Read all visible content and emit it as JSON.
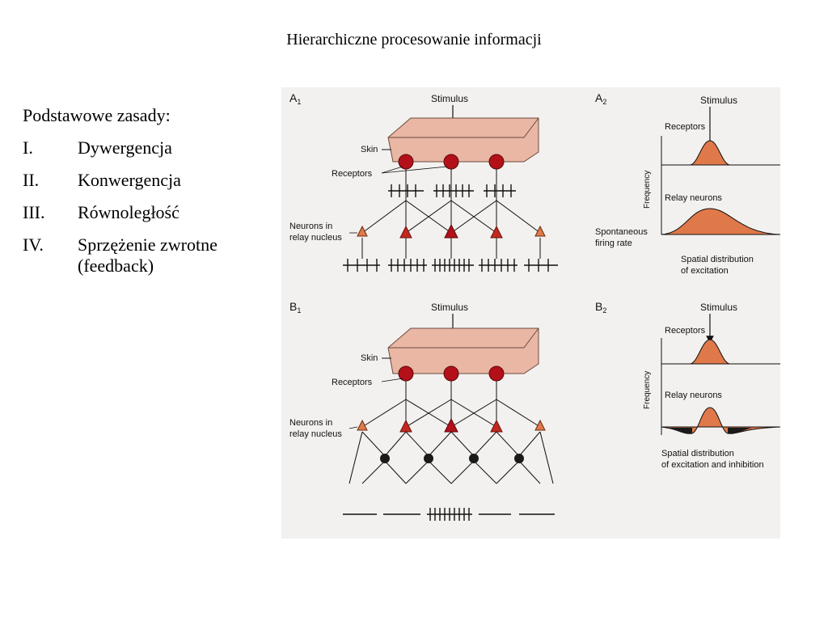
{
  "slide": {
    "title": "Hierarchiczne procesowanie informacji",
    "list_heading": "Podstawowe zasady:",
    "items": [
      {
        "num": "I.",
        "text": "Dywergencja"
      },
      {
        "num": "II.",
        "text": "Konwergencja"
      },
      {
        "num": "III.",
        "text": "Równoległość"
      },
      {
        "num": "IV.",
        "text": "Sprzężenie zwrotne (feedback)"
      }
    ]
  },
  "figure": {
    "panel_a1": "A",
    "panel_a1_sub": "1",
    "panel_a2": "A",
    "panel_a2_sub": "2",
    "panel_b1": "B",
    "panel_b1_sub": "1",
    "panel_b2": "B",
    "panel_b2_sub": "2",
    "stimulus": "Stimulus",
    "skin": "Skin",
    "receptors": "Receptors",
    "neurons_in": "Neurons in",
    "relay_nucleus": "relay nucleus",
    "frequency": "Frequency",
    "relay_neurons": "Relay neurons",
    "spontaneous": "Spontaneous",
    "firing_rate": "firing rate",
    "spatial_distribution": "Spatial distribution",
    "of_excitation": "of excitation",
    "of_excitation_inhibition": "of excitation and inhibition",
    "colors": {
      "skin": "#e9b7a4",
      "receptor": "#b3101a",
      "relay_neuron": "#e0794a",
      "inhibitory": "#1a1a1a",
      "curve_fill": "#e0794a"
    }
  }
}
